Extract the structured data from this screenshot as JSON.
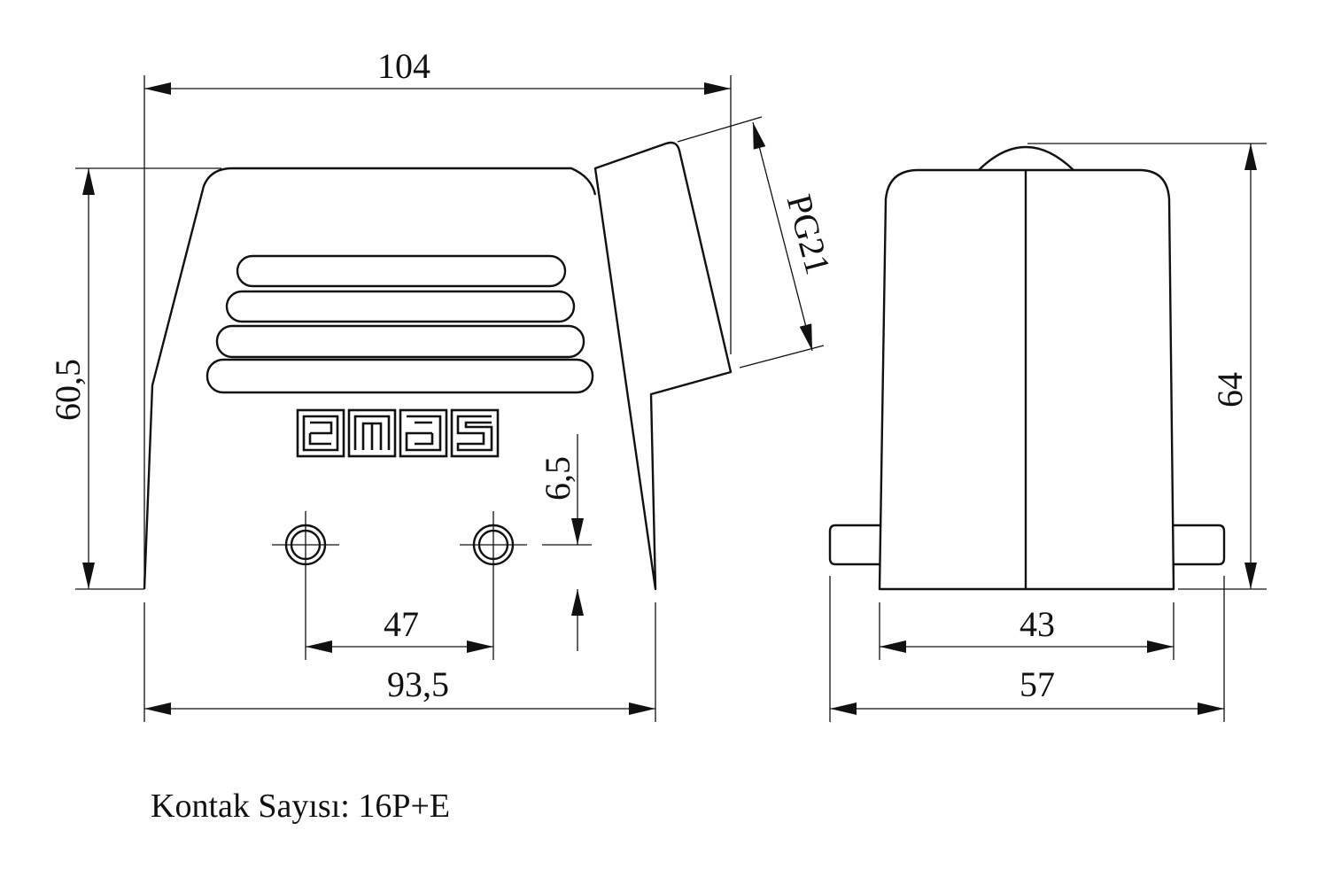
{
  "drawing": {
    "logo_text": "emas",
    "dimensions": {
      "overall_length": "104",
      "height_left": "60,5",
      "gland": "PG21",
      "screw_height": "6,5",
      "screw_spacing": "47",
      "base_length": "93,5",
      "height_right": "64",
      "body_width": "43",
      "overall_width": "57"
    },
    "caption": "Kontak Sayısı: 16P+E"
  }
}
